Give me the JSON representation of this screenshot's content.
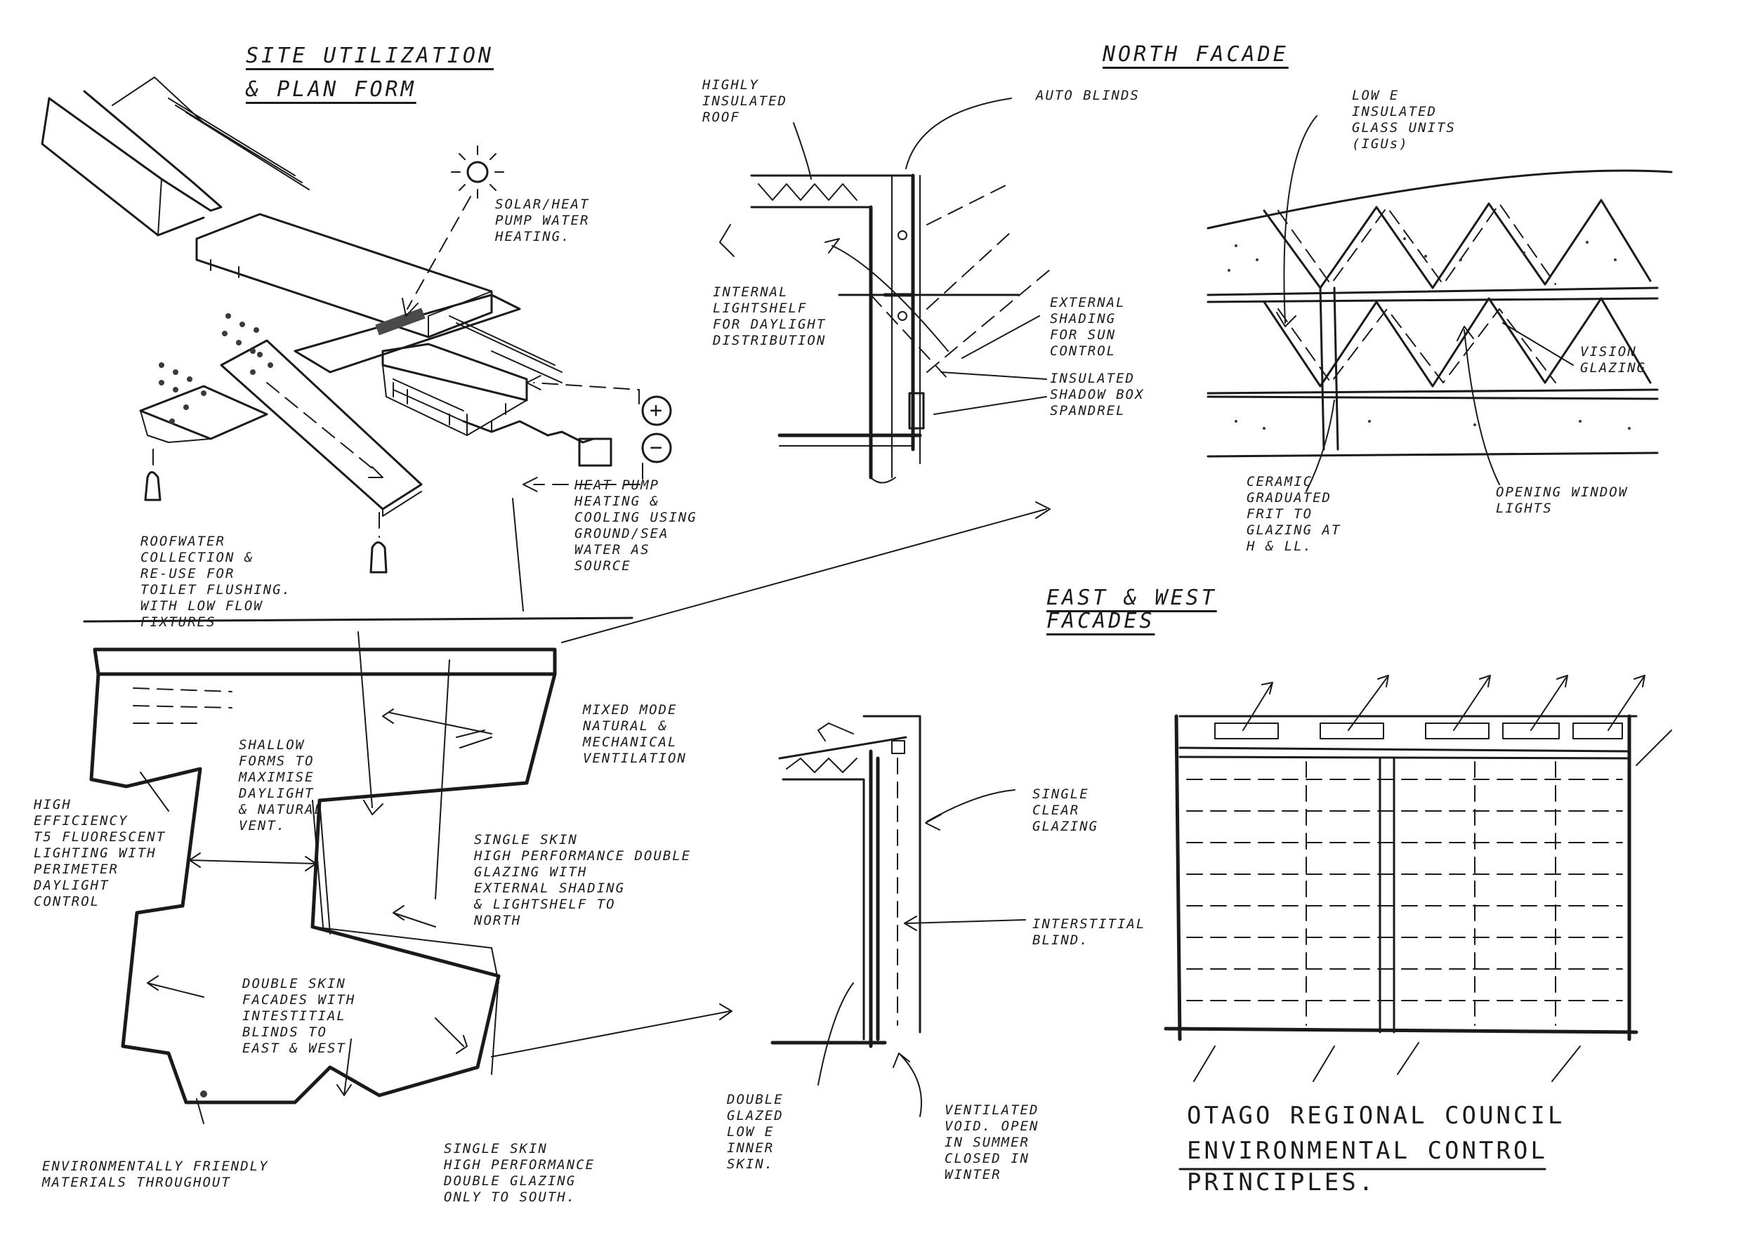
{
  "sections": {
    "site": [
      "SITE UTILIZATION",
      "& PLAN FORM"
    ],
    "north": "NORTH FACADE",
    "eastwest": [
      "EAST & WEST",
      "FACADES"
    ]
  },
  "title": [
    "OTAGO REGIONAL COUNCIL",
    "ENVIRONMENTAL CONTROL",
    "PRINCIPLES."
  ],
  "site_notes": {
    "solar": "SOLAR/HEAT\nPUMP WATER\nHEATING.",
    "heat_pump": "HEAT PUMP\nHEATING &\nCOOLING USING\nGROUND/SEA\nWATER AS\nSOURCE",
    "roofwater": "ROOFWATER\nCOLLECTION &\nRE-USE FOR\nTOILET FLUSHING.\nWITH LOW FLOW\nFIXTURES",
    "plus": "+",
    "minus": "−"
  },
  "plan_notes": {
    "mixed_mode": "MIXED MODE\nNATURAL &\nMECHANICAL\nVENTILATION",
    "shallow": "SHALLOW\nFORMS TO\nMAXIMISE\nDAYLIGHT\n& NATURAL\nVENT.",
    "lighting": "HIGH\nEFFICIENCY\nT5 FLUORESCENT\nLIGHTING WITH\nPERIMETER\nDAYLIGHT\nCONTROL",
    "single_skin_north": "SINGLE SKIN\nHIGH PERFORMANCE DOUBLE\nGLAZING WITH\nEXTERNAL SHADING\n& LIGHTSHELF TO\nNORTH",
    "double_skin": "DOUBLE SKIN\nFACADES WITH\nINTESTITIAL\nBLINDS TO\nEAST & WEST",
    "materials": "ENVIRONMENTALLY FRIENDLY\nMATERIALS THROUGHOUT",
    "single_skin_south": "SINGLE SKIN\nHIGH PERFORMANCE\nDOUBLE GLAZING\nONLY TO SOUTH."
  },
  "north_notes": {
    "roof": "HIGHLY\nINSULATED\nROOF",
    "auto_blinds": "AUTO BLINDS",
    "lightshelf": "INTERNAL\nLIGHTSHELF\nFOR DAYLIGHT\nDISTRIBUTION",
    "ext_shading": "EXTERNAL\nSHADING\nFOR SUN\nCONTROL",
    "spandrel": "INSULATED\nSHADOW BOX\nSPANDREL",
    "low_e": "LOW E\nINSULATED\nGLASS UNITS\n(IGUs)",
    "vision": "VISION\nGLAZING",
    "frit": "CERAMIC\nGRADUATED\nFRIT TO\nGLAZING AT\nH & LL.",
    "opening": "OPENING WINDOW\nLIGHTS"
  },
  "ew_notes": {
    "single_clear": "SINGLE\nCLEAR\nGLAZING",
    "blind": "INTERSTITIAL\nBLIND.",
    "double_glazed": "DOUBLE\nGLAZED\nLOW E\nINNER\nSKIN.",
    "void": "VENTILATED\nVOID. OPEN\nIN SUMMER\nCLOSED IN\nWINTER"
  }
}
